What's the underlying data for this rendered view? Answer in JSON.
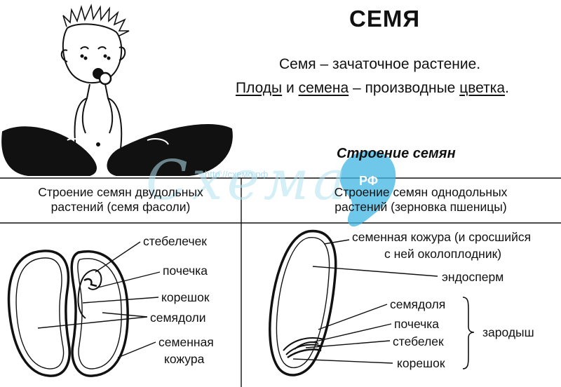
{
  "title": "СЕМЯ",
  "definition": {
    "line1": "Семя – зачаточное растение.",
    "line2_part1": "Плоды",
    "line2_part2": " и ",
    "line2_part3": "семена",
    "line2_part4": " – производные ",
    "line2_part5": "цветка",
    "line2_part6": "."
  },
  "subtitle": "Строение семян",
  "watermark": {
    "text": "Схема",
    "url": "http://схемо.рф",
    "badge": "РФ"
  },
  "left_column": {
    "heading_line1": "Строение семян двудольных",
    "heading_line2": "растений (семя фасоли)",
    "labels": {
      "stem": "стебелечек",
      "bud": "почечка",
      "root": "корешок",
      "cotyledons": "семядоли",
      "coat_line1": "семенная",
      "coat_line2": "кожура"
    }
  },
  "right_column": {
    "heading_line1": "Строение семян однодольных",
    "heading_line2": "растений (зерновка пшеницы)",
    "labels": {
      "coat_line1": "семенная кожура (и сросшийся",
      "coat_line2": "с ней околоплодник)",
      "endosperm": "эндосперм",
      "cotyledon": "семядоля",
      "bud": "почечка",
      "stem": "стебелек",
      "root": "корешок",
      "embryo": "зародыш"
    }
  },
  "colors": {
    "ink": "#111111",
    "watermark": "#b4e2f2",
    "badge": "#3fb6e3"
  }
}
